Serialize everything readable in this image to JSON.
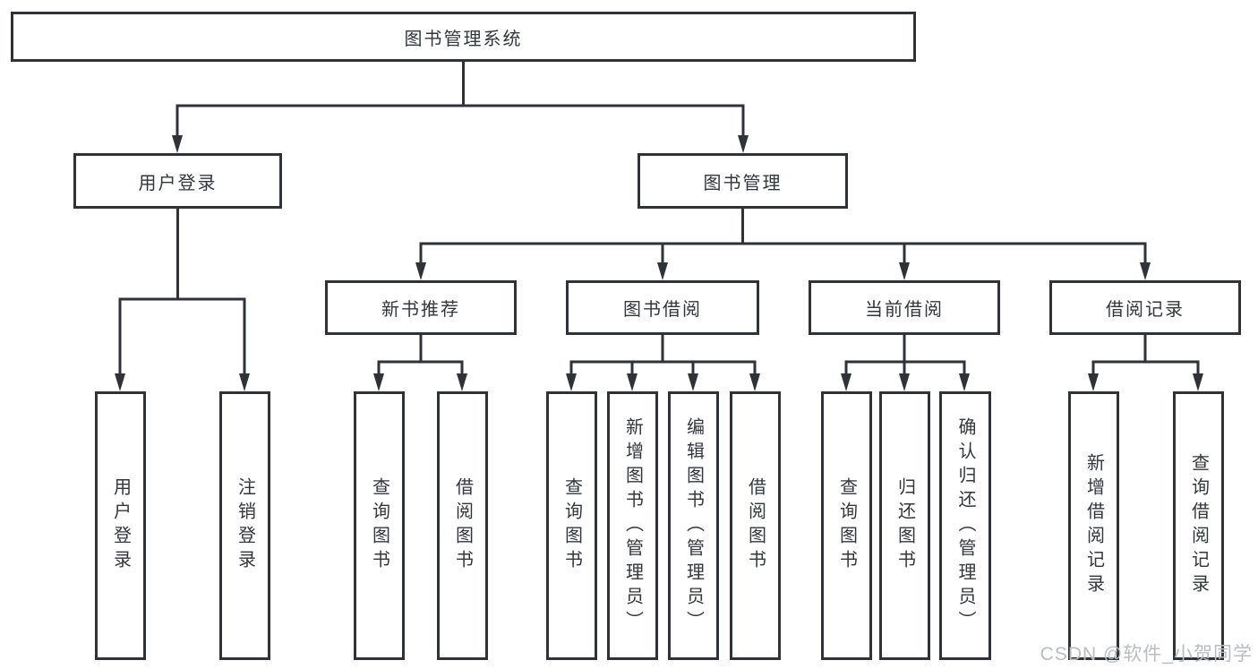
{
  "diagram": {
    "root": {
      "label": "图书管理系统"
    },
    "branches": [
      {
        "label": "用户登录",
        "children": [
          {
            "label": "用户登录"
          },
          {
            "label": "注销登录"
          }
        ]
      },
      {
        "label": "图书管理",
        "children": [
          {
            "label": "新书推荐",
            "children": [
              {
                "label": "查询图书"
              },
              {
                "label": "借阅图书"
              }
            ]
          },
          {
            "label": "图书借阅",
            "children": [
              {
                "label": "查询图书"
              },
              {
                "label": "新增图书（管理员）"
              },
              {
                "label": "编辑图书（管理员）"
              },
              {
                "label": "借阅图书"
              }
            ]
          },
          {
            "label": "当前借阅",
            "children": [
              {
                "label": "查询图书"
              },
              {
                "label": "归还图书"
              },
              {
                "label": "确认归还（管理员）"
              }
            ]
          },
          {
            "label": "借阅记录",
            "children": [
              {
                "label": "新增借阅记录"
              },
              {
                "label": "查询借阅记录"
              }
            ]
          }
        ]
      }
    ]
  },
  "watermark": {
    "text": "CSDN @软件_小贺同学"
  },
  "colors": {
    "line": "#2f3237",
    "text": "#33363b",
    "background": "#ffffff",
    "watermark": "#b9bcc1"
  }
}
